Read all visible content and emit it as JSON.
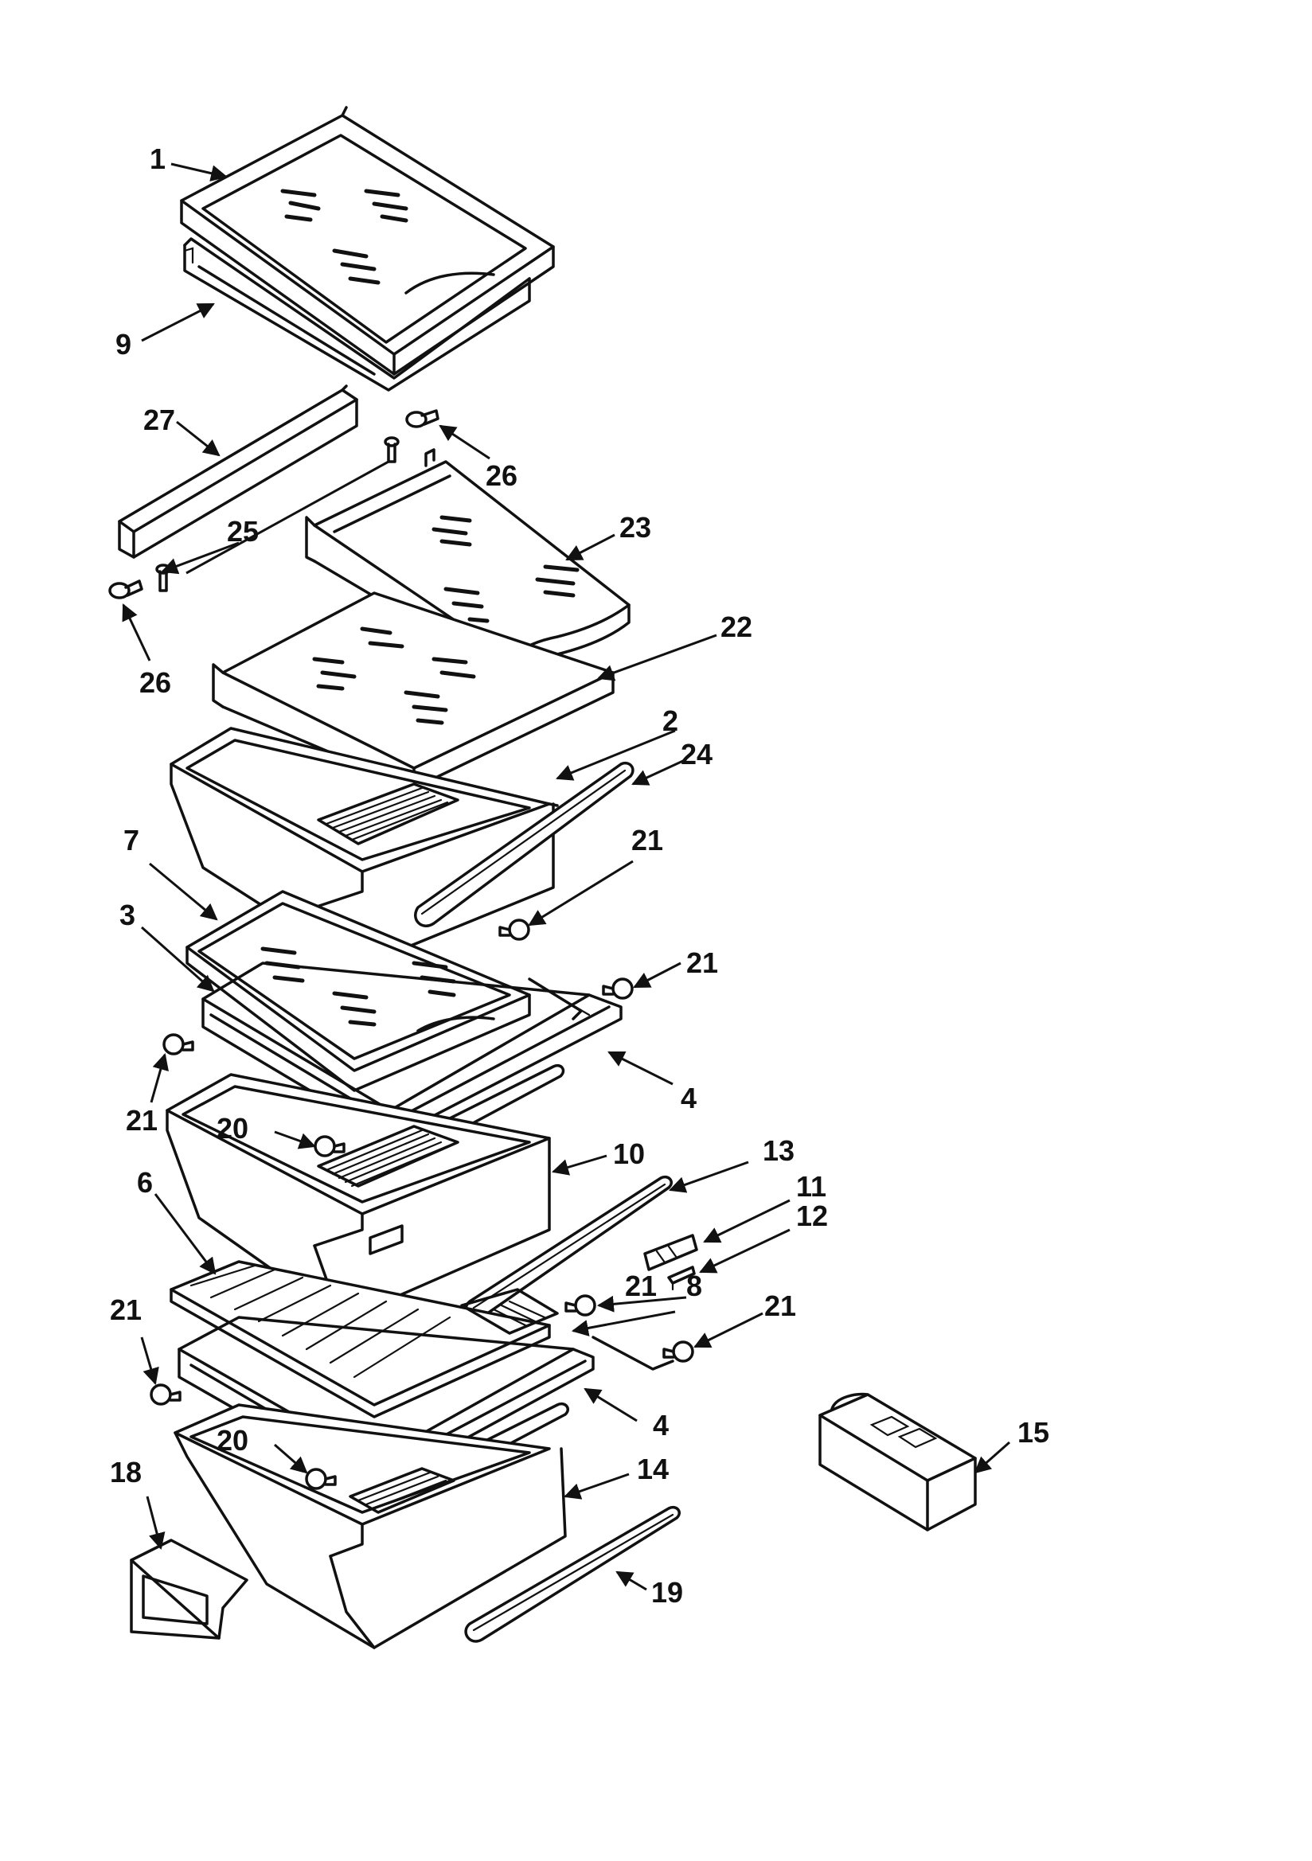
{
  "callouts": [
    {
      "id": "c1",
      "label": "1"
    },
    {
      "id": "c9",
      "label": "9"
    },
    {
      "id": "c27",
      "label": "27"
    },
    {
      "id": "c26a",
      "label": "26"
    },
    {
      "id": "c25",
      "label": "25"
    },
    {
      "id": "c23",
      "label": "23"
    },
    {
      "id": "c26b",
      "label": "26"
    },
    {
      "id": "c22",
      "label": "22"
    },
    {
      "id": "c2",
      "label": "2"
    },
    {
      "id": "c24",
      "label": "24"
    },
    {
      "id": "c7",
      "label": "7"
    },
    {
      "id": "c21a",
      "label": "21"
    },
    {
      "id": "c3",
      "label": "3"
    },
    {
      "id": "c21b",
      "label": "21"
    },
    {
      "id": "c21c",
      "label": "21"
    },
    {
      "id": "c4a",
      "label": "4"
    },
    {
      "id": "c20a",
      "label": "20"
    },
    {
      "id": "c10",
      "label": "10"
    },
    {
      "id": "c13",
      "label": "13"
    },
    {
      "id": "c6",
      "label": "6"
    },
    {
      "id": "c11",
      "label": "11"
    },
    {
      "id": "c12",
      "label": "12"
    },
    {
      "id": "c21d",
      "label": "21"
    },
    {
      "id": "c8",
      "label": "8"
    },
    {
      "id": "c21e",
      "label": "21"
    },
    {
      "id": "c21f",
      "label": "21"
    },
    {
      "id": "c4b",
      "label": "4"
    },
    {
      "id": "c15",
      "label": "15"
    },
    {
      "id": "c20b",
      "label": "20"
    },
    {
      "id": "c18",
      "label": "18"
    },
    {
      "id": "c14",
      "label": "14"
    },
    {
      "id": "c19",
      "label": "19"
    }
  ]
}
